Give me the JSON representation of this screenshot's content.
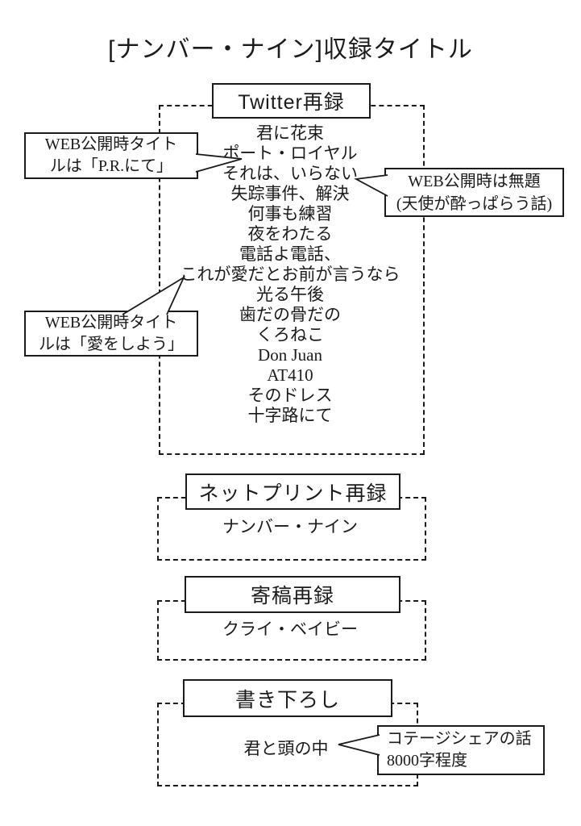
{
  "title": "[ナンバー・ナイン]収録タイトル",
  "colors": {
    "ink": "#1b1b1b",
    "background": "#ffffff"
  },
  "sections": [
    {
      "header": "Twitter再録",
      "items": [
        "君に花束",
        "ポート・ロイヤル",
        "それは、いらない",
        "失踪事件、解決",
        "何事も練習",
        "夜をわたる",
        "電話よ電話、",
        "これが愛だとお前が言うなら",
        "光る午後",
        "歯だの骨だの",
        "くろねこ",
        "Don Juan",
        "AT410",
        "そのドレス",
        "十字路にて"
      ]
    },
    {
      "header": "ネットプリント再録",
      "items": [
        "ナンバー・ナイン"
      ]
    },
    {
      "header": "寄稿再録",
      "items": [
        "クライ・ベイビー"
      ]
    },
    {
      "header": "書き下ろし",
      "items": [
        "君と頭の中"
      ]
    }
  ],
  "callouts": [
    {
      "lines": [
        "WEB公開時タイト",
        "ルは「P.R.にて」"
      ],
      "target": "ポート・ロイヤル"
    },
    {
      "lines": [
        "WEB公開時は無題",
        "(天使が酔っぱらう話)"
      ],
      "target": "それは、いらない"
    },
    {
      "lines": [
        "WEB公開時タイト",
        "ルは「愛をしよう」"
      ],
      "target": "これが愛だとお前が言うなら"
    },
    {
      "lines": [
        "コテージシェアの話",
        "8000字程度"
      ],
      "target": "君と頭の中"
    }
  ]
}
